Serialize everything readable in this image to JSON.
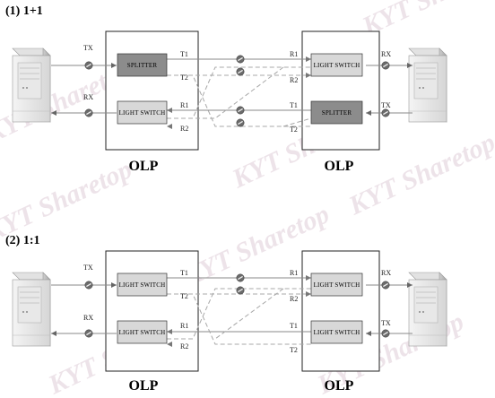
{
  "watermark": "KYT Sharetop",
  "panels": [
    {
      "title": "(1) 1+1",
      "left_olp": {
        "label": "OLP",
        "top_block": "SPLITTER",
        "bottom_block": "LIGHT SWITCH",
        "ports": {
          "tx": "TX",
          "rx": "RX",
          "t1": "T1",
          "t2": "T2",
          "r1": "R1",
          "r2": "R2"
        }
      },
      "right_olp": {
        "label": "OLP",
        "top_block": "LIGHT SWITCH",
        "bottom_block": "SPLITTER",
        "ports": {
          "rx": "RX",
          "tx": "TX",
          "r1": "R1",
          "r2": "R2",
          "t1": "T1",
          "t2": "T2"
        }
      }
    },
    {
      "title": "(2) 1:1",
      "left_olp": {
        "label": "OLP",
        "top_block": "LIGHT SWITCH",
        "bottom_block": "LIGHT SWITCH",
        "ports": {
          "tx": "TX",
          "rx": "RX",
          "t1": "T1",
          "t2": "T2",
          "r1": "R1",
          "r2": "R2"
        }
      },
      "right_olp": {
        "label": "OLP",
        "top_block": "LIGHT SWITCH",
        "bottom_block": "LIGHT SWITCH",
        "ports": {
          "rx": "RX",
          "tx": "TX",
          "r1": "R1",
          "r2": "R2",
          "t1": "T1",
          "t2": "T2"
        }
      }
    }
  ],
  "colors": {
    "splitter_fill": "#8c8c8c",
    "light_switch_fill": "#d8d8d8",
    "solid_line": "#8a8a8a",
    "dashed_line": "#a8a8a8"
  }
}
